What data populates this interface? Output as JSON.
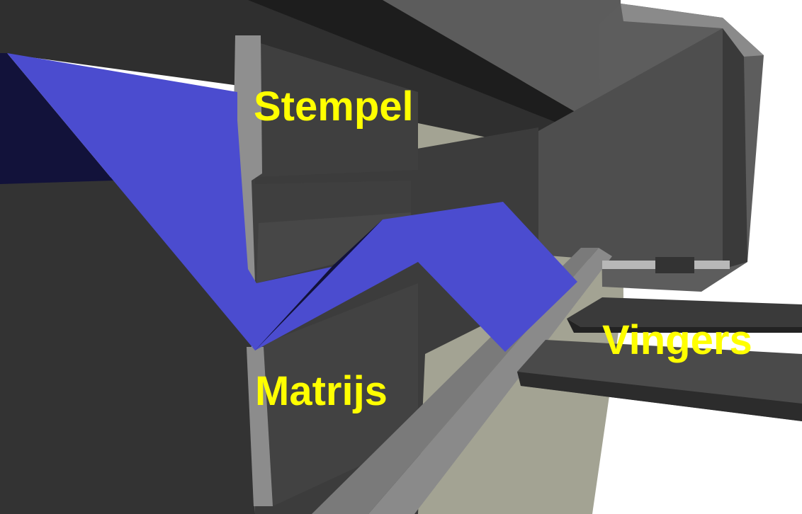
{
  "labels": {
    "punch": "Stempel",
    "die": "Matrijs",
    "fingers": "Vingers"
  },
  "colors": {
    "label": "#ffff00",
    "sheet_light": "#4b4ccf",
    "sheet_dark": "#12123a",
    "steel_dark": "#333333",
    "steel_mid": "#5a5a5a",
    "steel_light": "#878787",
    "frame": "#a3a393",
    "background": "#ffffff"
  }
}
